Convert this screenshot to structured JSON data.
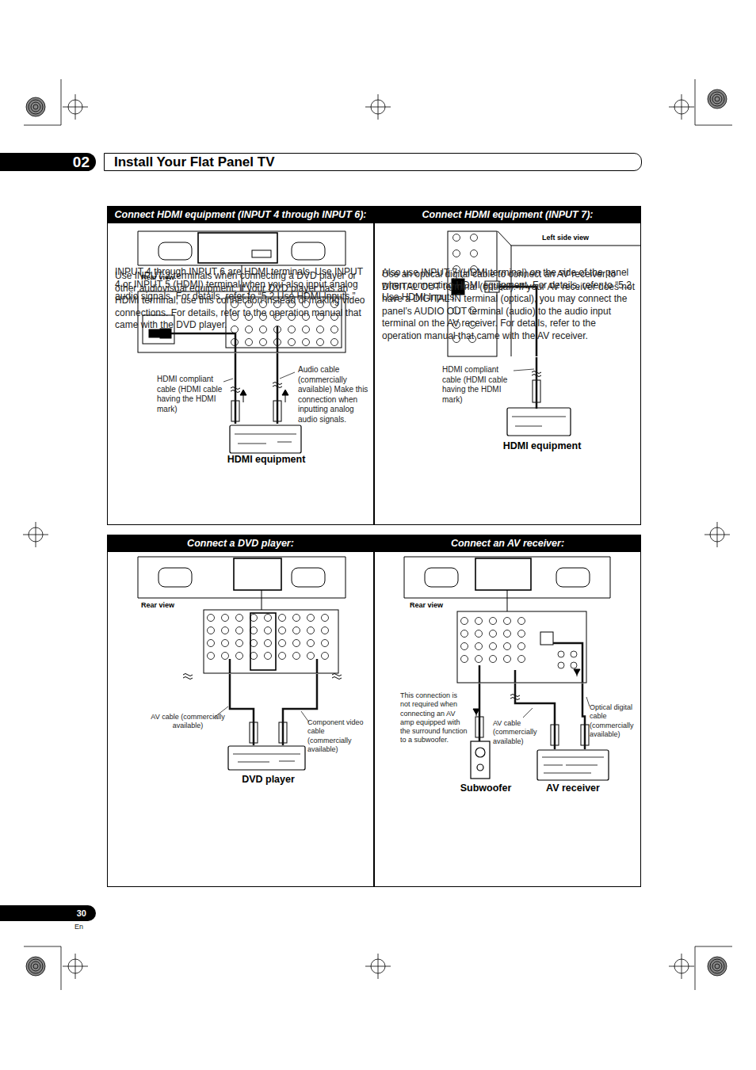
{
  "diagram": {
    "title": "Install Your Flat Panel TV",
    "nodes": [
      {
        "text": [
          "02"
        ]
      },
      {
        "text": [
          "Install Your Flat Panel TV"
        ]
      },
      {
        "text": [
          "Connect HDMI equipment (INPUT 4 through INPUT 6):",
          "INPUT 4 through INPUT 6 are HDMI terminals. Use INPUT 4 or INPUT 5 (HDMI) terminal when you also input analog audio signals. For details, refer to “5.2 Use HDMI Inputs.”"
        ]
      },
      {
        "text": [
          "Rear view"
        ],
        "in": 2
      },
      {
        "text": [
          "HDMI equipment"
        ],
        "in": 2
      },
      {
        "text": [
          "Connect HDMI equipment (INPUT 7):",
          "Also use INPUT 7 (HDMI terminal) on the side of the panel when connecting HDMI equipment. For details, refer to “5.2 Use HDMI Inputs.”"
        ]
      },
      {
        "text": [
          "Left side view"
        ],
        "in": 5
      },
      {
        "text": [
          "HDMI equipment"
        ],
        "in": 5
      },
      {
        "text": [
          "Connect a DVD player:",
          "Use INPUT 2 terminals when connecting a DVD player or other audiovisual equipment. If your DVD player has an HDMI terminal, use this connection instead of making video connections. For details, refer to the operation manual that came with the DVD player."
        ]
      },
      {
        "text": [
          "Rear view"
        ],
        "in": 8
      },
      {
        "text": [
          "DVD player"
        ],
        "in": 8
      },
      {
        "text": [
          "Connect an AV receiver:",
          "Use an optical digital cable to connect an AV receiver to DIGITAL OUT terminal (optical). If your AV receiver does not have a DIGITAL IN terminal (optical), you may connect the panel’s AUDIO OUT terminal (audio) to the audio input terminal on the AV receiver. For details, refer to the operation manual that came with the AV receiver."
        ]
      },
      {
        "text": [
          "Rear view"
        ],
        "in": 11
      },
      {
        "text": [
          "Subwoofer"
        ],
        "in": 11
      },
      {
        "text": [
          "AV receiver"
        ],
        "in": 11
      },
      {
        "text": [
          "30"
        ]
      }
    ],
    "edges": [
      {
        "from": 4,
        "to": 3,
        "arrow": "none"
      },
      {
        "from": 4,
        "to": 3,
        "arrow": "none"
      },
      {
        "from": 7,
        "to": 6,
        "arrow": "none"
      },
      {
        "from": 10,
        "to": 9,
        "arrow": "none"
      },
      {
        "from": 10,
        "to": 9,
        "arrow": "none"
      },
      {
        "from": 13,
        "to": 12,
        "arrow": "none"
      },
      {
        "from": 14,
        "to": 12,
        "arrow": "none"
      },
      {
        "from": 14,
        "to": 12,
        "arrow": "none"
      }
    ],
    "labels": [
      "HDMI compliant cable (HDMI cable having the HDMI mark)",
      "Audio cable (commercially available) Make this connection when inputting analog audio signals.",
      "HDMI compliant cable (HDMI cable having the HDMI mark)",
      "AV cable (commercially available)",
      "Component video cable (commercially available)",
      "This connection is not required when connecting an AV amp equipped with the surround function to a subwoofer.",
      "AV cable (commercially available)",
      "Optical digital cable (commercially available)",
      "En"
    ]
  }
}
